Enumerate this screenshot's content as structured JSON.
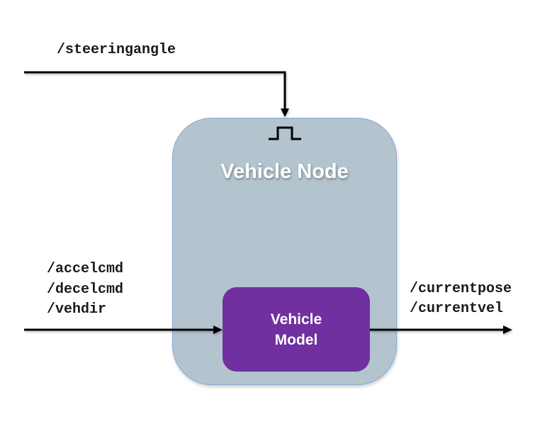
{
  "diagram": {
    "node": {
      "title": "Vehicle Node",
      "fill_color": "#b4c4ce",
      "border_color": "#86a8d6"
    },
    "model": {
      "label_line1": "Vehicle",
      "label_line2": "Model",
      "fill_color": "#7030a0"
    },
    "trigger_icon": "rising-edge-trigger-icon",
    "inputs": {
      "trigger_topic": "/steeringangle",
      "data_topics": [
        "/accelcmd",
        "/decelcmd",
        "/vehdir"
      ]
    },
    "outputs": {
      "topics": [
        "/currentpose",
        "/currentvel"
      ]
    }
  }
}
